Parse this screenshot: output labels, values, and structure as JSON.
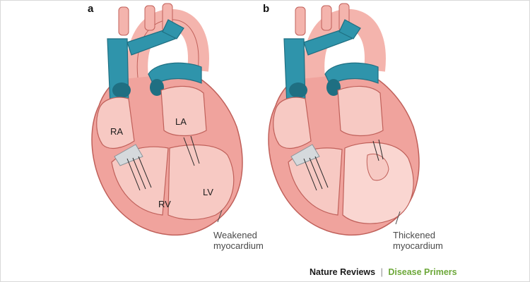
{
  "panels": [
    {
      "letter": "a",
      "chambers": {
        "ra": "RA",
        "la": "LA",
        "rv": "RV",
        "lv": "LV"
      },
      "callout": {
        "line1": "Weakened",
        "line2": "myocardium"
      }
    },
    {
      "letter": "b",
      "callout": {
        "line1": "Thickened",
        "line2": "myocardium"
      }
    }
  ],
  "credit": {
    "journal": "Nature Reviews",
    "separator": "|",
    "series": "Disease Primers"
  },
  "colors": {
    "vessel_blue": "#2f94ab",
    "vessel_blue_dark": "#1f6f82",
    "muscle_outer": "#f0a39d",
    "muscle_mid": "#f6bcb6",
    "chamber_inner": "#f7c9c3",
    "outline": "#c0605a",
    "thick_wall": "#fad6d1",
    "valve": "#d5d9dc",
    "journal_text": "#1a1a1a",
    "series_green": "#6da83a"
  }
}
